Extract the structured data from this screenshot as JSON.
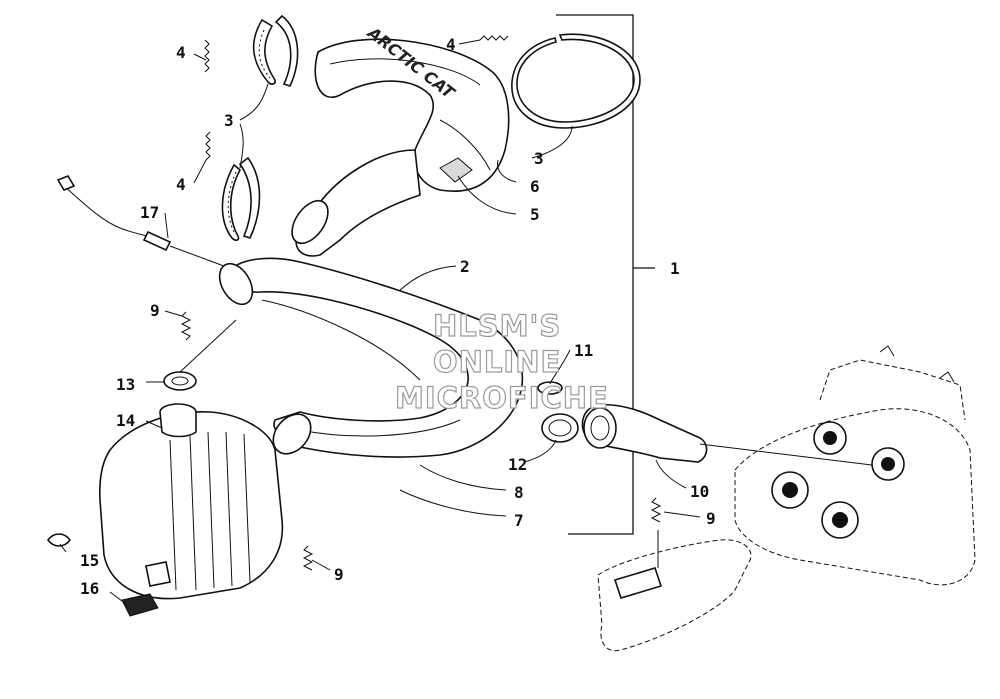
{
  "diagram": {
    "callouts": {
      "c1": "1",
      "c2": "2",
      "c3a": "3",
      "c3b": "3",
      "c4a": "4",
      "c4b": "4",
      "c4c": "4",
      "c5": "5",
      "c6": "6",
      "c7": "7",
      "c8": "8",
      "c9a": "9",
      "c9b": "9",
      "c9c": "9",
      "c10": "10",
      "c11": "11",
      "c12": "12",
      "c13": "13",
      "c14": "14",
      "c15": "15",
      "c16": "16",
      "c17": "17"
    },
    "heat_shield_stamp": "ARCTIC CAT",
    "watermark": [
      "HLSM'S",
      "ONLINE",
      "MICROFICHE"
    ]
  }
}
